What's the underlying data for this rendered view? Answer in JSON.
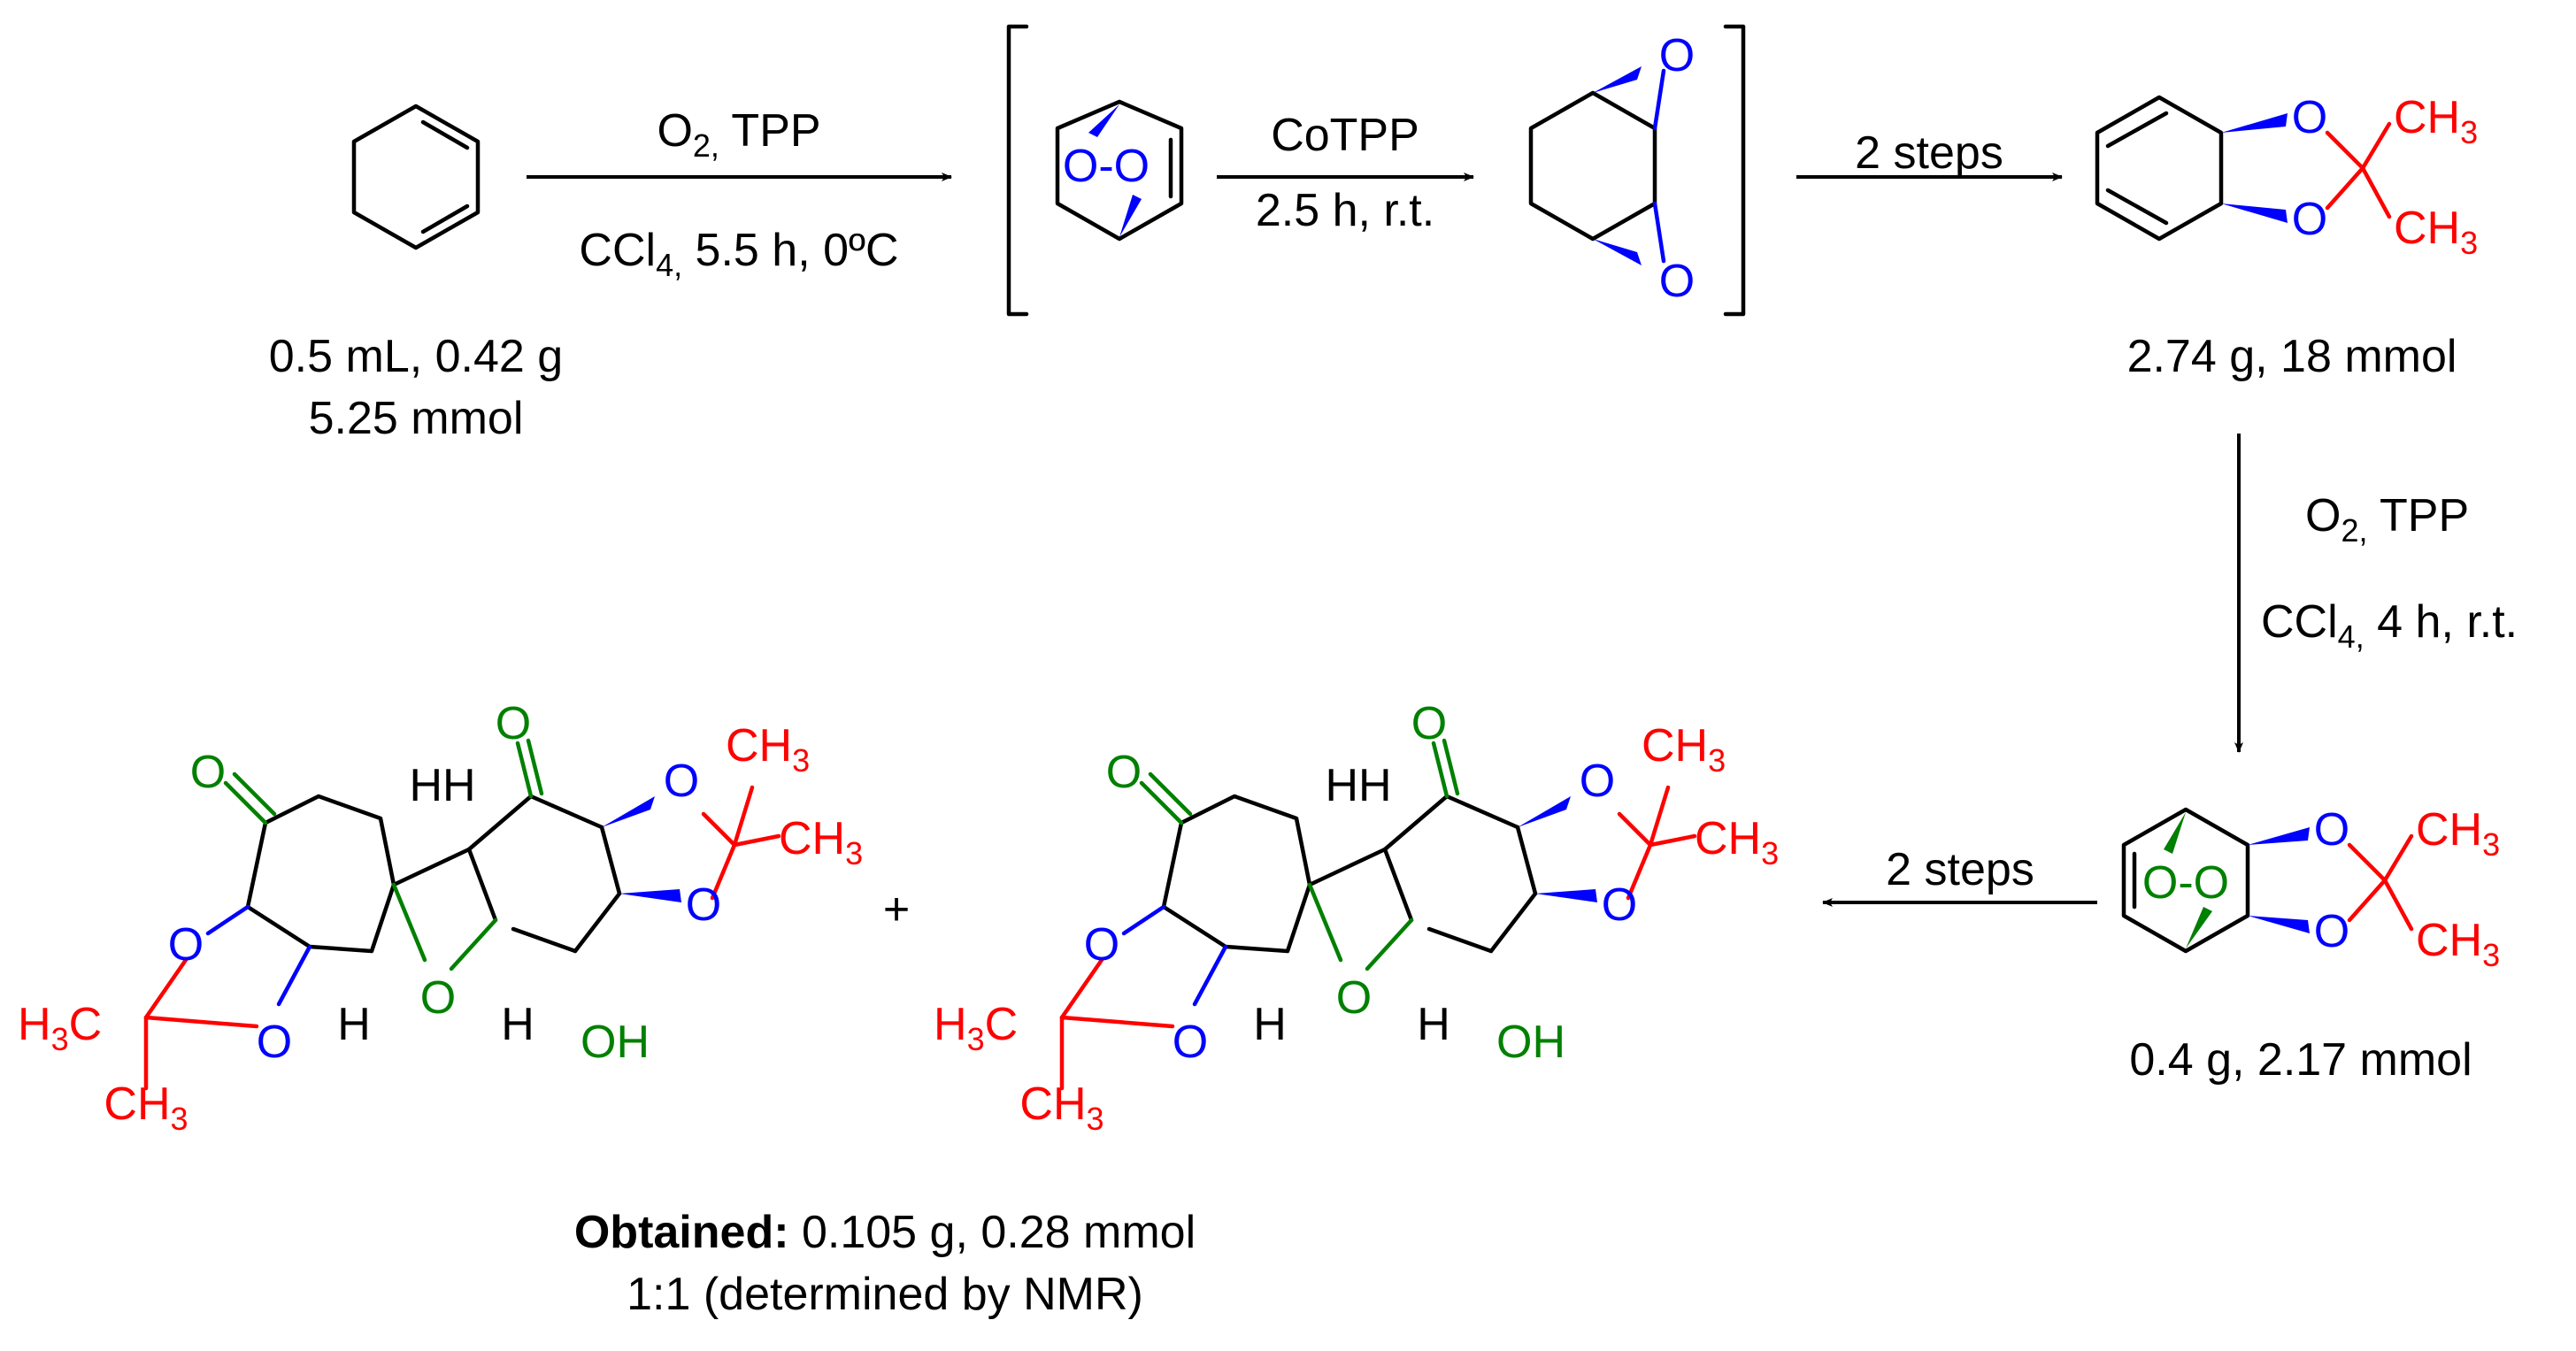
{
  "colors": {
    "oxygen_ring": "#0000ff",
    "methyl": "#ff0000",
    "carbonyl_hydroxyl": "#008000",
    "bond": "#000000"
  },
  "reagents": {
    "step1_above": "O2, TPP",
    "step1_below": "CCl4, 5.5 h, 0ºC",
    "step2_above": "CoTPP",
    "step2_below": "2.5 h, r.t.",
    "step3_above": "2 steps",
    "step4_right_top": "O2, TPP",
    "step4_right_bottom": "CCl4, 4 h, r.t.",
    "step5_above": "2 steps",
    "plus": "+"
  },
  "quantities": {
    "start_line1": "0.5 mL, 0.42 g",
    "start_line2": "5.25 mmol",
    "acetonide": "2.74 g, 18 mmol",
    "endoperoxide": "0.4 g, 2.17 mmol",
    "obtained_bold": "Obtained:",
    "obtained_rest": " 0.105 g, 0.28 mmol",
    "ratio": "1:1 (determined by NMR)"
  },
  "atoms": {
    "O": "O",
    "CH3_C": "CH",
    "CH3_sub": "3",
    "H3C_H": "H",
    "H3C_C": "C",
    "OH": "OH",
    "H": "H",
    "HH": "HH",
    "O_dash_O": "O-O"
  }
}
